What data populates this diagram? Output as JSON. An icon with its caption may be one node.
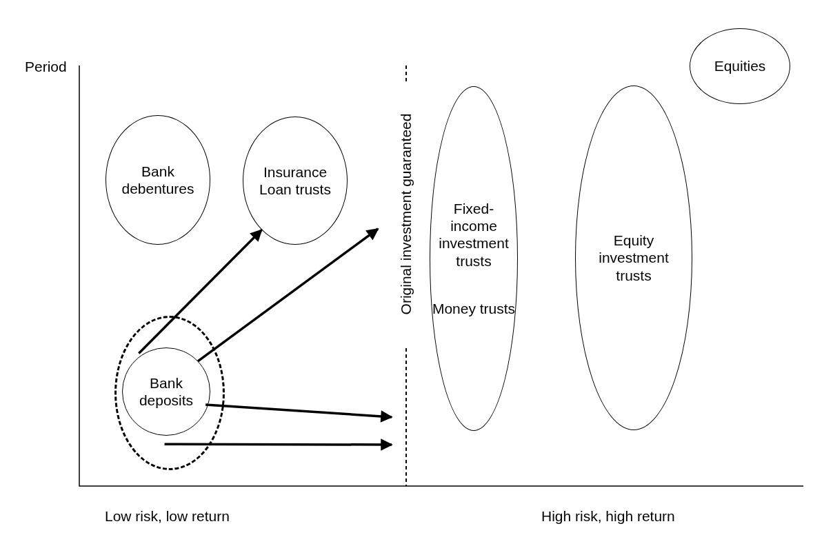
{
  "diagram": {
    "nodes": [
      {
        "text": [
          "Bank debentures"
        ]
      },
      {
        "text": [
          "Insurance Loan trusts"
        ]
      },
      {
        "text": [
          "Equities"
        ]
      },
      {
        "text": [
          "Fixed-income investment trusts",
          "Money trusts"
        ]
      },
      {
        "text": [
          "Equity investment trusts"
        ]
      },
      {
        "text": [],
        "shape": "circle"
      },
      {
        "text": [
          "Bank deposits"
        ],
        "in": 5
      }
    ],
    "edges": [
      {
        "from": 6,
        "to": 1,
        "arrow": "to"
      },
      {
        "from": 6,
        "to": null,
        "arrow": "to"
      },
      {
        "from": 6,
        "to": null,
        "arrow": "to"
      },
      {
        "from": 5,
        "to": null,
        "arrow": "to"
      }
    ],
    "labels": [
      "Period",
      "Original investment guaranteed",
      "Low risk, low return",
      "High risk, high return"
    ]
  }
}
